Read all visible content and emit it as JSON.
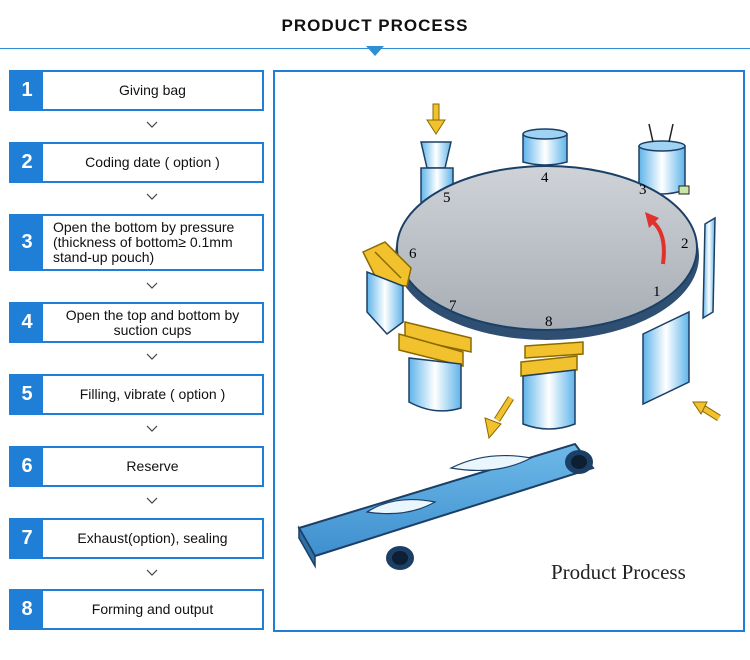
{
  "header": {
    "title": "PRODUCT PROCESS"
  },
  "steps": [
    {
      "num": "1",
      "text": "Giving bag"
    },
    {
      "num": "2",
      "text": "Coding date ( option )"
    },
    {
      "num": "3",
      "text": "Open the bottom by pressure (thickness of bottom≥ 0.1mm stand-up pouch)"
    },
    {
      "num": "4",
      "text": "Open the top and bottom by suction cups"
    },
    {
      "num": "5",
      "text": "Filling, vibrate ( option )"
    },
    {
      "num": "6",
      "text": "Reserve"
    },
    {
      "num": "7",
      "text": "Exhaust(option), sealing"
    },
    {
      "num": "8",
      "text": "Forming and output"
    }
  ],
  "diagram": {
    "caption": "Product Process",
    "station_labels": [
      "1",
      "2",
      "3",
      "4",
      "5",
      "6",
      "7",
      "8"
    ]
  },
  "colors": {
    "accent": "#1f7fd6",
    "yellow": "#f2c12e",
    "red_arrow": "#e0312a"
  }
}
